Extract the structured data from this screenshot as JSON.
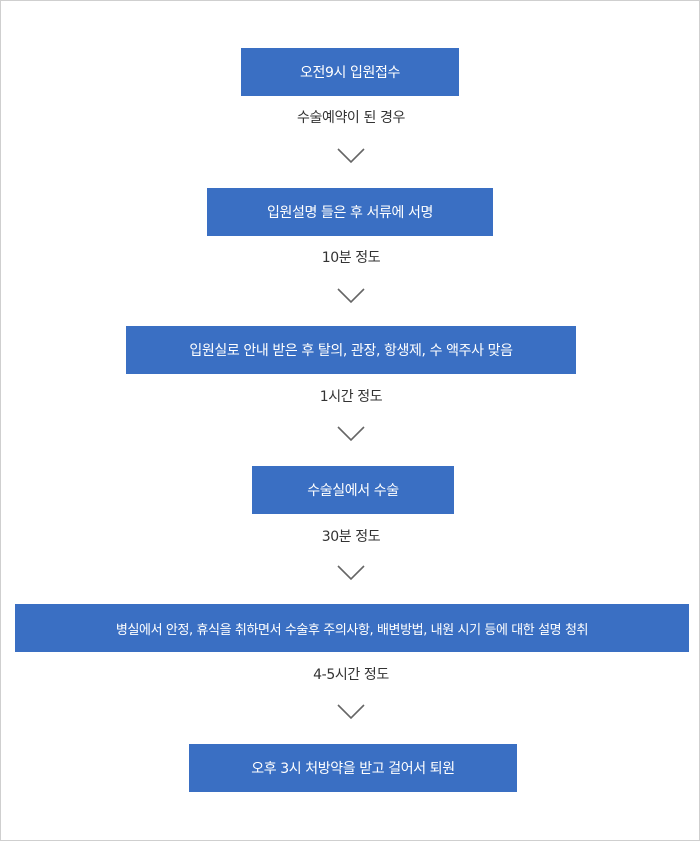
{
  "steps": [
    "오전9시 입원접수",
    "입원설명 들은 후 서류에 서명",
    "입원실로 안내 받은 후 탈의, 관장, 항생제, 수 액주사 맞음",
    "수술실에서 수술",
    "병실에서 안정, 휴식을 취하면서 수술후 주의사항, 배변방법, 내원 시기 등에 대한 설명 청취",
    "오후 3시 처방약을 받고 걸어서 퇴원"
  ],
  "notes": [
    "수술예약이 된 경우",
    "10분 정도",
    "1시간 정도",
    "30분 정도",
    "4-5시간 정도"
  ],
  "colors": {
    "box": "#3a6fc3",
    "text": "#333333",
    "arrow": "#666666"
  },
  "icons": {
    "arrow": "chevron-down-icon"
  }
}
